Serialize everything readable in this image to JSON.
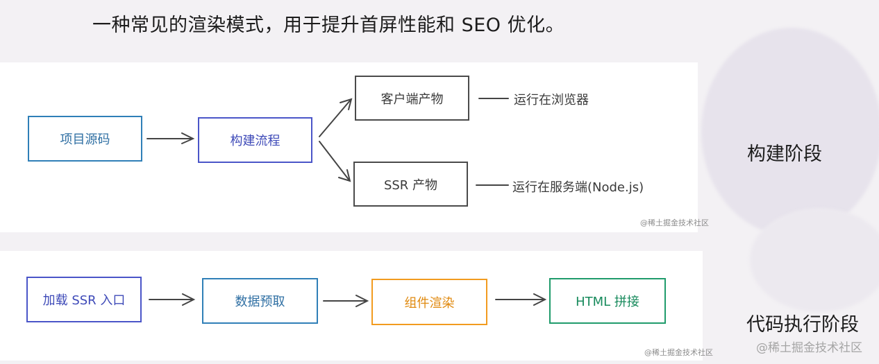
{
  "title": "一种常见的渲染模式，用于提升首屏性能和 SEO 优化。",
  "build_stage": {
    "label": "构建阶段",
    "source_box": "项目源码",
    "build_box": "构建流程",
    "client_box": "客户端产物",
    "ssr_box": "SSR 产物",
    "client_note": "运行在浏览器",
    "ssr_note": "运行在服务端(Node.js)",
    "watermark": "@稀土掘金技术社区"
  },
  "exec_stage": {
    "label": "代码执行阶段",
    "steps": [
      "加载 SSR 入口",
      "数据预取",
      "组件渲染",
      "HTML 拼接"
    ],
    "watermark": "@稀土掘金技术社区"
  },
  "footer_watermark": "@稀土掘金技术社区",
  "colors": {
    "blue": "#2f7fb7",
    "indigo": "#4a55c8",
    "dark": "#4a4a4a",
    "orange": "#f29b1f",
    "green": "#1f9b6b"
  }
}
